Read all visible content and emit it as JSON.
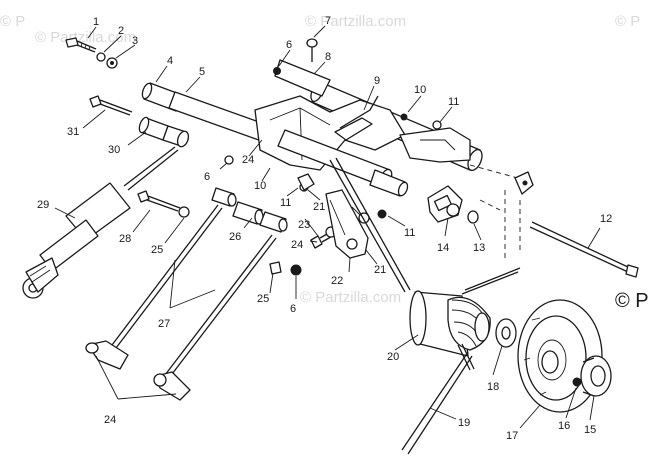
{
  "watermark": {
    "text": "© Partzilla.com",
    "short_left": "© P",
    "short_right": "© P"
  },
  "corner_copyright": "© P",
  "callouts": [
    "1",
    "2",
    "3",
    "4",
    "5",
    "6",
    "7",
    "8",
    "9",
    "10",
    "11",
    "31",
    "30",
    "24",
    "6",
    "10",
    "11",
    "21",
    "23",
    "24",
    "21",
    "11",
    "14",
    "13",
    "12",
    "29",
    "28",
    "25",
    "26",
    "25",
    "6",
    "22",
    "20",
    "27",
    "18",
    "19",
    "24",
    "17",
    "16",
    "15"
  ]
}
